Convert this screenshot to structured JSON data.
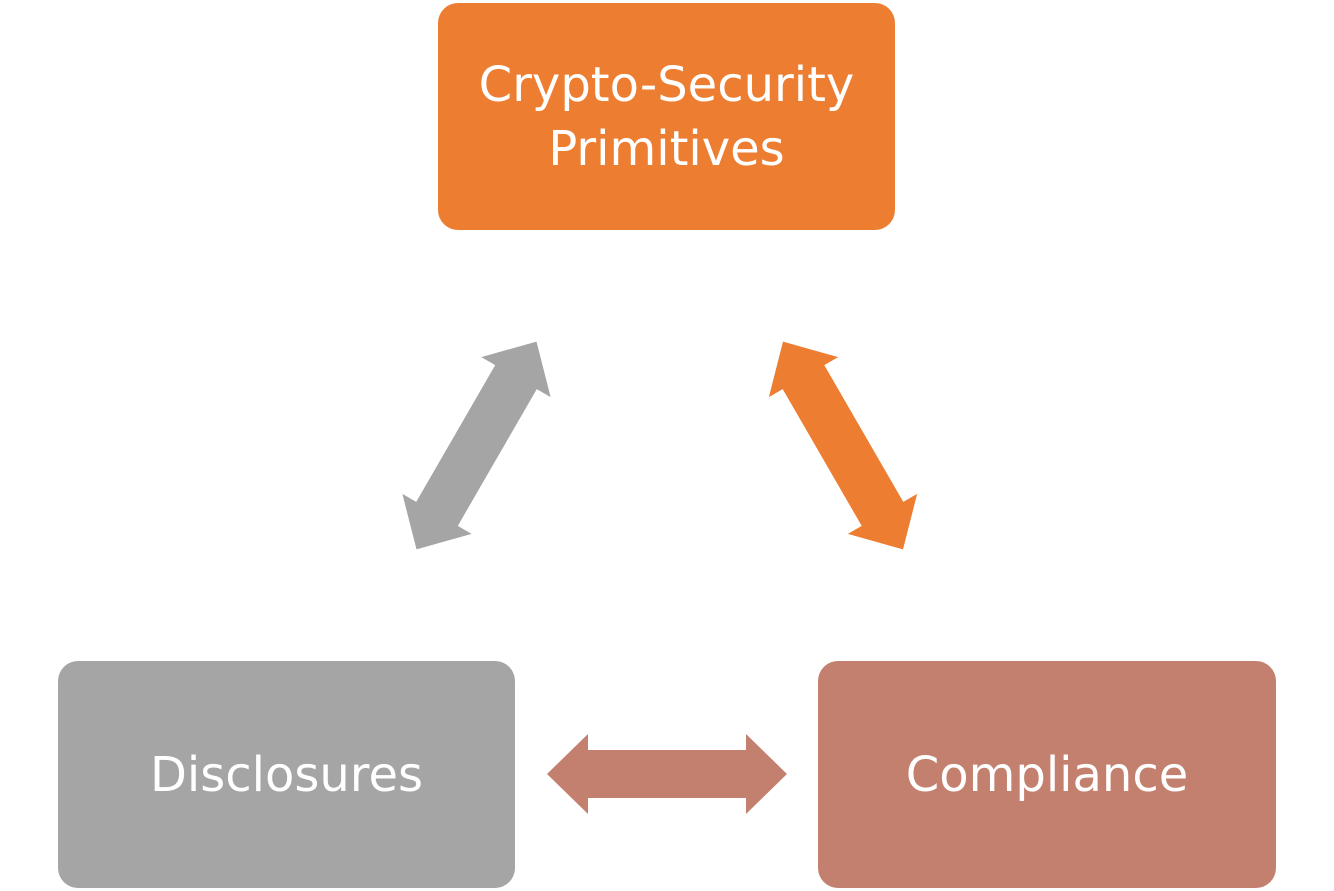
{
  "nodes": {
    "top": {
      "label": "Crypto-Security Primitives",
      "color": "#ED7D31"
    },
    "left": {
      "label": "Disclosures",
      "color": "#A5A5A5"
    },
    "right": {
      "label": "Compliance",
      "color": "#C4806E"
    }
  },
  "edges": [
    {
      "from": "Disclosures",
      "to": "Crypto-Security Primitives",
      "type": "bidirectional",
      "color": "#A5A5A5"
    },
    {
      "from": "Crypto-Security Primitives",
      "to": "Compliance",
      "type": "bidirectional",
      "color": "#ED7D31"
    },
    {
      "from": "Disclosures",
      "to": "Compliance",
      "type": "bidirectional",
      "color": "#C4806E"
    }
  ]
}
